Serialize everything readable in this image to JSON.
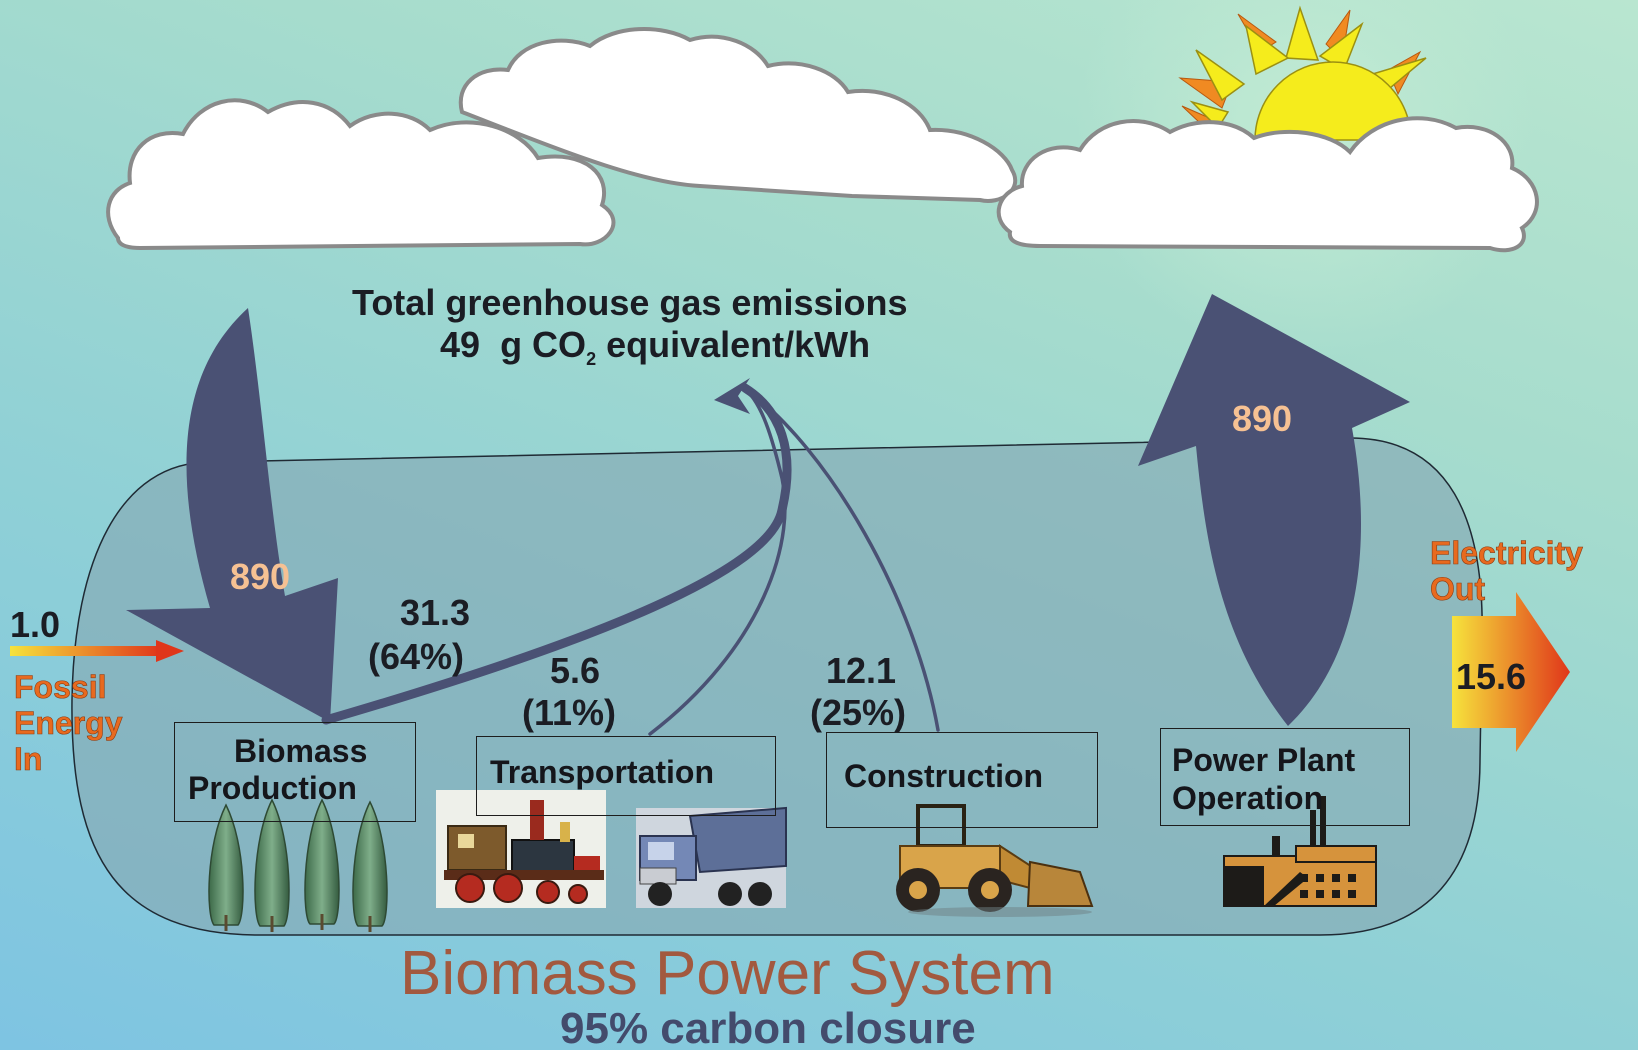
{
  "heading": {
    "line1": "Total greenhouse gas emissions",
    "line2_value": "49",
    "line2_unit_pre": "g CO",
    "line2_sub": "2",
    "line2_unit_post": " equivalent/kWh"
  },
  "flows": {
    "co2_uptake": "890",
    "co2_release": "890",
    "fossil_in_value": "1.0",
    "electricity_out_value": "15.6"
  },
  "labels": {
    "fossil_in": [
      "Fossil",
      "Energy",
      "In"
    ],
    "electricity_out": [
      "Electricity",
      "Out"
    ]
  },
  "stages": [
    {
      "name_line1": "Biomass",
      "name_line2": "Production",
      "emission": "31.3",
      "share": "(64%)"
    },
    {
      "name_line1": "Transportation",
      "name_line2": "",
      "emission": "5.6",
      "share": "(11%)"
    },
    {
      "name_line1": "Construction",
      "name_line2": "",
      "emission": "12.1",
      "share": "(25%)"
    },
    {
      "name_line1": "Power Plant",
      "name_line2": "Operation",
      "emission": "",
      "share": ""
    }
  ],
  "footer": {
    "title": "Biomass Power System",
    "subtitle": "95% carbon closure"
  },
  "colors": {
    "arrow": "#4a5174",
    "system_fill": "#86a9b4",
    "title_color": "#a2593f",
    "subtitle_color": "#434b6c",
    "peach_number": "#f6c193",
    "orange_label": "#e86a1f"
  },
  "icons": [
    "cloud-icon",
    "sun-icon",
    "tree-icon",
    "train-icon",
    "truck-icon",
    "loader-icon",
    "factory-icon"
  ]
}
